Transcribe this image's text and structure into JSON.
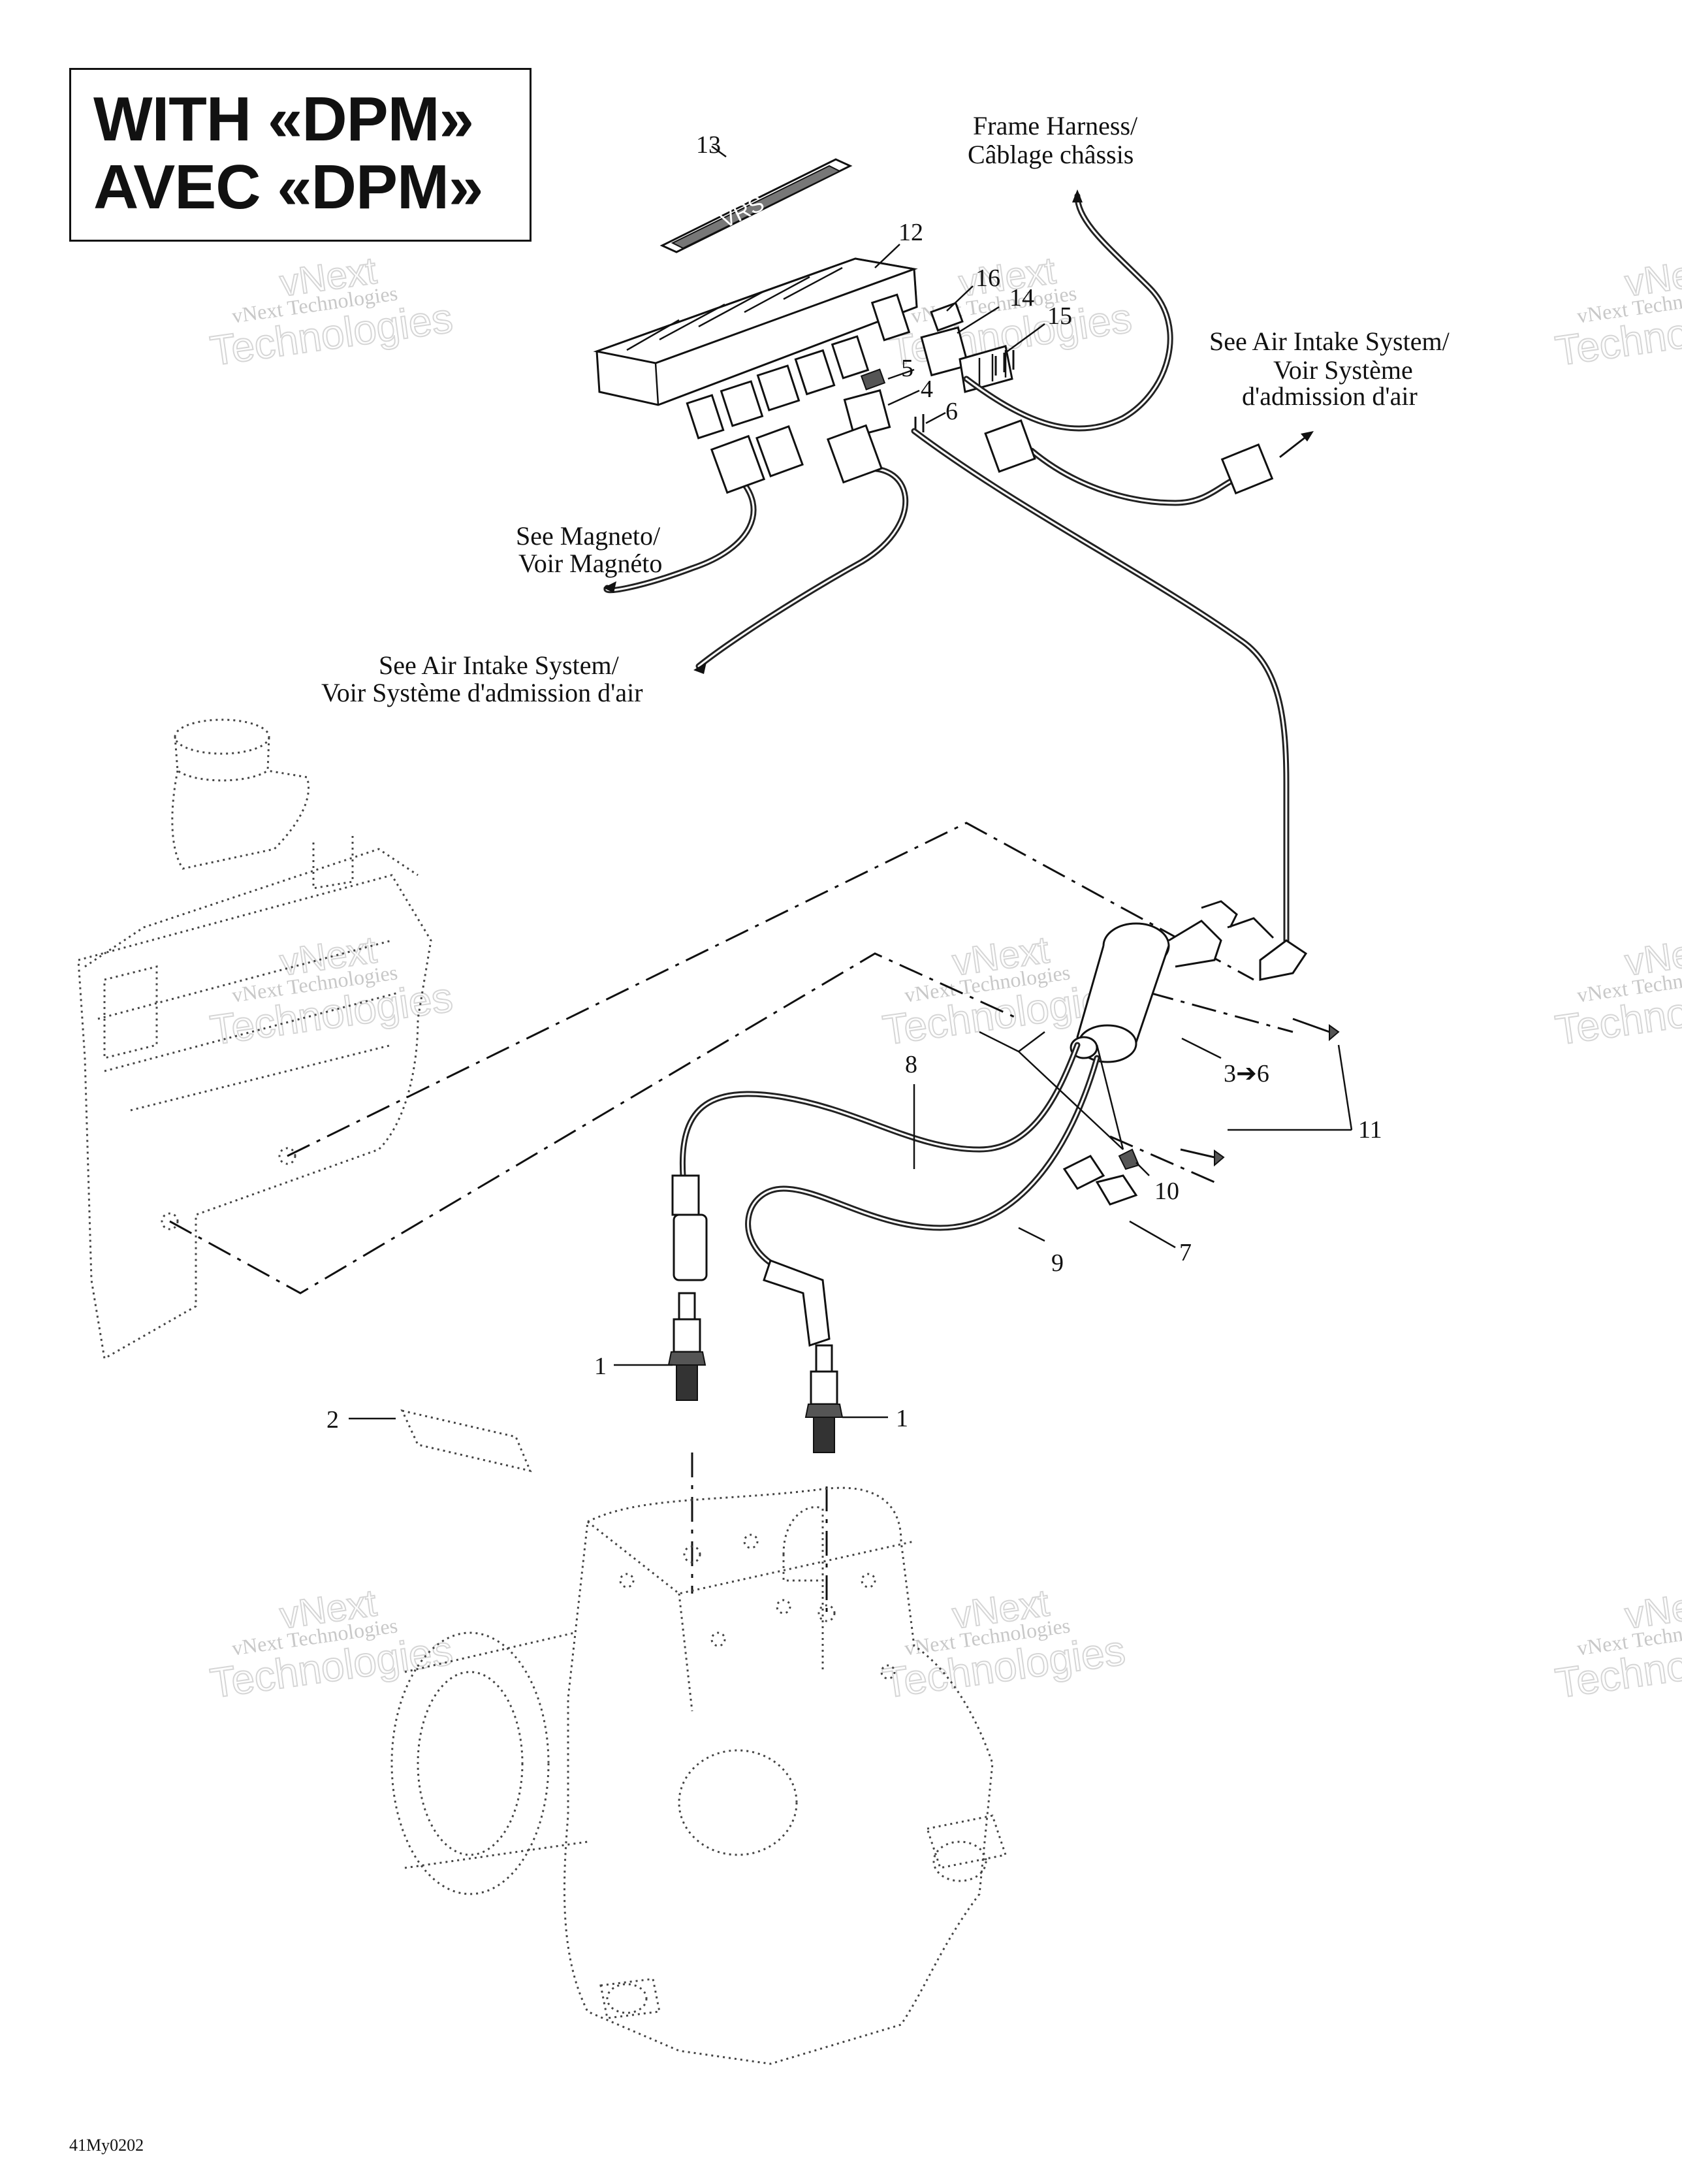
{
  "title": {
    "line1": "WITH «DPM»",
    "line2": "AVEC «DPM»"
  },
  "callouts": {
    "frame_harness": [
      "Frame Harness/",
      "Câblage châssis"
    ],
    "air_intake_right": [
      "See Air Intake System/",
      "Voir Système",
      "d'admission d'air"
    ],
    "magneto": [
      "See Magneto/",
      "Voir Magnéto"
    ],
    "air_intake_left": [
      "See Air Intake System/",
      "Voir Système d'admission d'air"
    ]
  },
  "part_numbers": {
    "p1a": "1",
    "p1b": "1",
    "p2": "2",
    "p3_6": "3➔6",
    "p4": "4",
    "p5": "5",
    "p6": "6",
    "p7": "7",
    "p8": "8",
    "p9": "9",
    "p10": "10",
    "p11": "11",
    "p12": "12",
    "p13": "13",
    "p14": "14",
    "p15": "15",
    "p16": "16"
  },
  "decal_text": "VRS",
  "watermark": {
    "line1": "vNext",
    "line2": "Technologies",
    "small": "vNext Technologies"
  },
  "doc_code": "41My0202"
}
